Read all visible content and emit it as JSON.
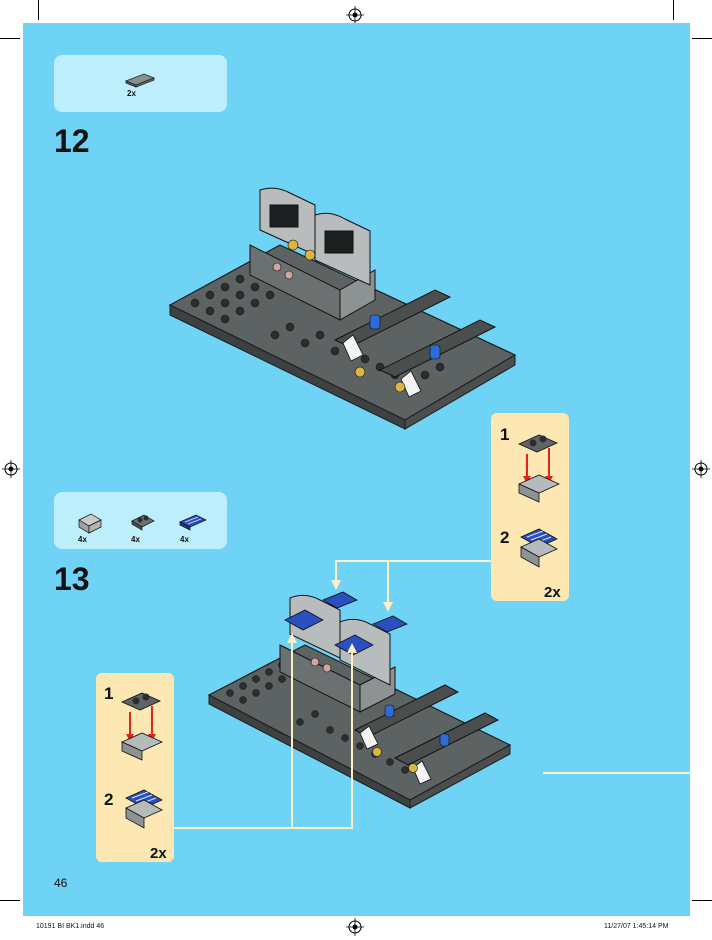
{
  "page_number": "46",
  "slug_left": "10191 BI BK1.indd   46",
  "slug_right": "11/27/07   1:45:14 PM",
  "step12": {
    "number": "12",
    "parts": [
      {
        "icon": "grey-tile-icon",
        "qty": "2x"
      }
    ]
  },
  "step13": {
    "number": "13",
    "parts": [
      {
        "icon": "light-grey-bracket-icon",
        "qty": "4x"
      },
      {
        "icon": "dark-grey-plate-icon",
        "qty": "4x"
      },
      {
        "icon": "blue-grille-tile-icon",
        "qty": "4x"
      }
    ],
    "sub_right": {
      "step1": "1",
      "step2": "2",
      "qty": "2x"
    },
    "sub_left": {
      "step1": "1",
      "step2": "2",
      "qty": "2x"
    }
  },
  "colors": {
    "page_background": "#6fd3f5",
    "parts_callout": "#bdeefc",
    "subassembly_callout": "#fde7b3",
    "arrow_red": "#e0261c"
  }
}
